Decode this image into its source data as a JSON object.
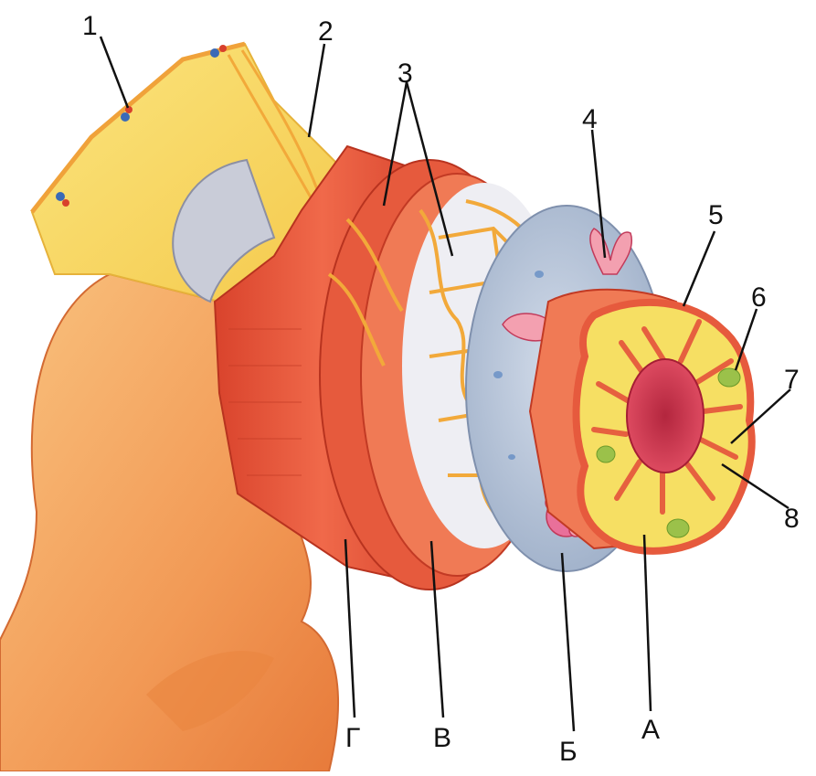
{
  "diagram": {
    "labels": {
      "n1": "1",
      "n2": "2",
      "n3": "3",
      "n4": "4",
      "n5": "5",
      "n6": "6",
      "n7": "7",
      "n8": "8",
      "A": "А",
      "B": "Б",
      "V": "В",
      "G": "Г"
    },
    "colors": {
      "mesentery": "#f7d55a",
      "serosa_body": "#f3a15f",
      "muscle": "#e8553a",
      "muscle_light": "#f07a55",
      "submucosa": "#bccbdf",
      "lumen": "#c8324a",
      "vessels": "#f2a93a",
      "mucosa_yellow": "#f6df63",
      "lymph_nodule": "#9bc14a"
    }
  }
}
